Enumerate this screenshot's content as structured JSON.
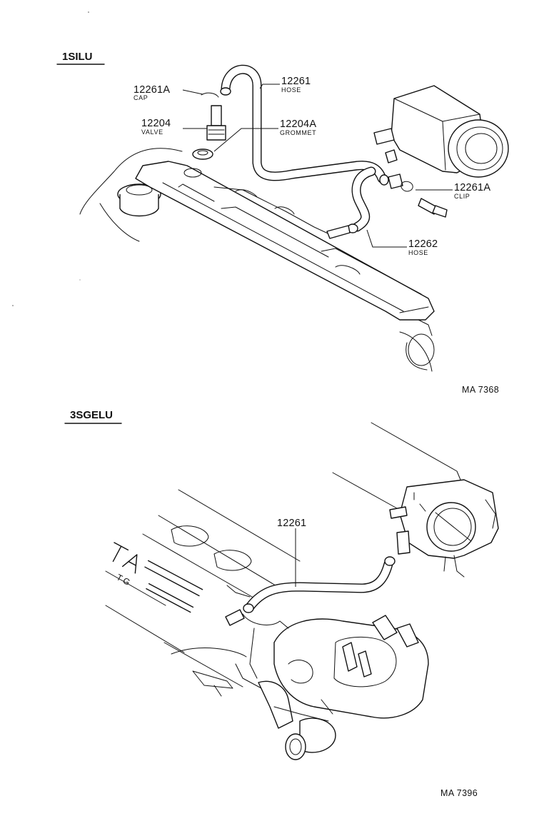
{
  "top": {
    "section_label": "1SILU",
    "figure_code": "MA 7368",
    "callouts": {
      "cap": {
        "number": "12261A",
        "name": "CAP"
      },
      "valve": {
        "number": "12204",
        "name": "VALVE"
      },
      "hose_upper": {
        "number": "12261",
        "name": "HOSE"
      },
      "grommet": {
        "number": "12204A",
        "name": "GROMMET"
      },
      "clip": {
        "number": "12261A",
        "name": "CLIP"
      },
      "hose_lower": {
        "number": "12262",
        "name": "HOSE"
      }
    }
  },
  "bottom": {
    "section_label": "3SGELU",
    "figure_code": "MA 7396",
    "callouts": {
      "hose": {
        "number": "12261"
      }
    },
    "cover_lettering": "TA II"
  }
}
